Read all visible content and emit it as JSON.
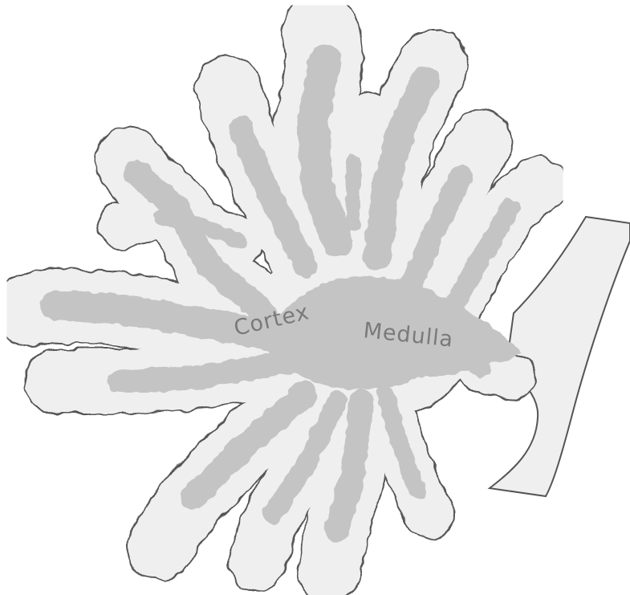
{
  "labels": {
    "cortex": "Cortex",
    "medulla": "Medulla"
  },
  "colors": {
    "background": "#ffffff",
    "cortex": "#efefef",
    "medulla": "#c4c4c4",
    "outline": "#555555",
    "label_text": "#7a7a7a"
  },
  "icons": {
    "main": "cerebellum-arbor-vitae-illustration"
  }
}
